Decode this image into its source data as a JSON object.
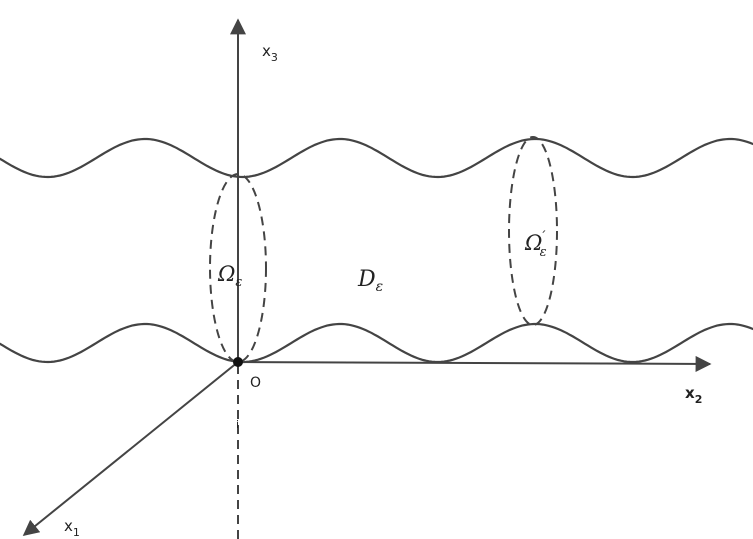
{
  "labels": {
    "x3": "x",
    "x3_sub": "3",
    "x2": "x",
    "x2_sub": "2",
    "x1": "x",
    "x1_sub": "1",
    "origin": "O",
    "tick": "i",
    "omega": "Ω",
    "omega_sub": "ε",
    "omega_prime": "Ω",
    "omega_prime_sup": "′",
    "omega_prime_sub": "ε",
    "domain": "D",
    "domain_sub": "ε"
  }
}
